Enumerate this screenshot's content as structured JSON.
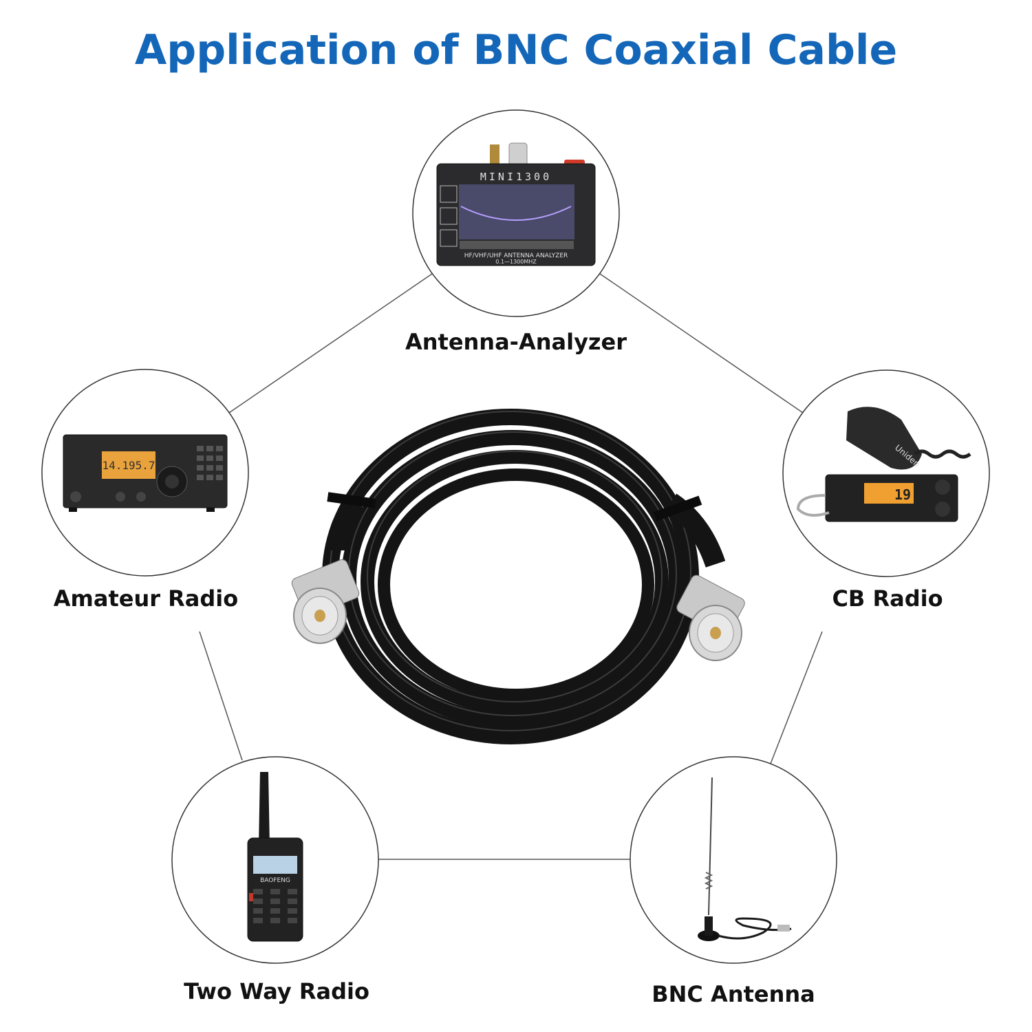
{
  "title": "Application of BNC Coaxial Cable",
  "colors": {
    "title": "#1466b8",
    "line": "#555555",
    "text": "#111111"
  },
  "applications": [
    {
      "label": "Antenna-Analyzer",
      "icon": "antenna-analyzer-icon"
    },
    {
      "label": "Amateur Radio",
      "icon": "amateur-radio-icon"
    },
    {
      "label": "CB Radio",
      "icon": "cb-radio-icon"
    },
    {
      "label": "Two Way Radio",
      "icon": "two-way-radio-icon"
    },
    {
      "label": "BNC Antenna",
      "icon": "bnc-antenna-icon"
    }
  ],
  "device_text": {
    "analyzer_brand": "MINI1300",
    "analyzer_caption": "HF/VHF/UHF ANTENNA ANALYZER",
    "analyzer_range": "0.1—1300MHZ",
    "amateur_display": "14.195.7",
    "cb_brand": "Uniden",
    "cb_display": "19",
    "walkie_brand": "BAOFENG"
  }
}
